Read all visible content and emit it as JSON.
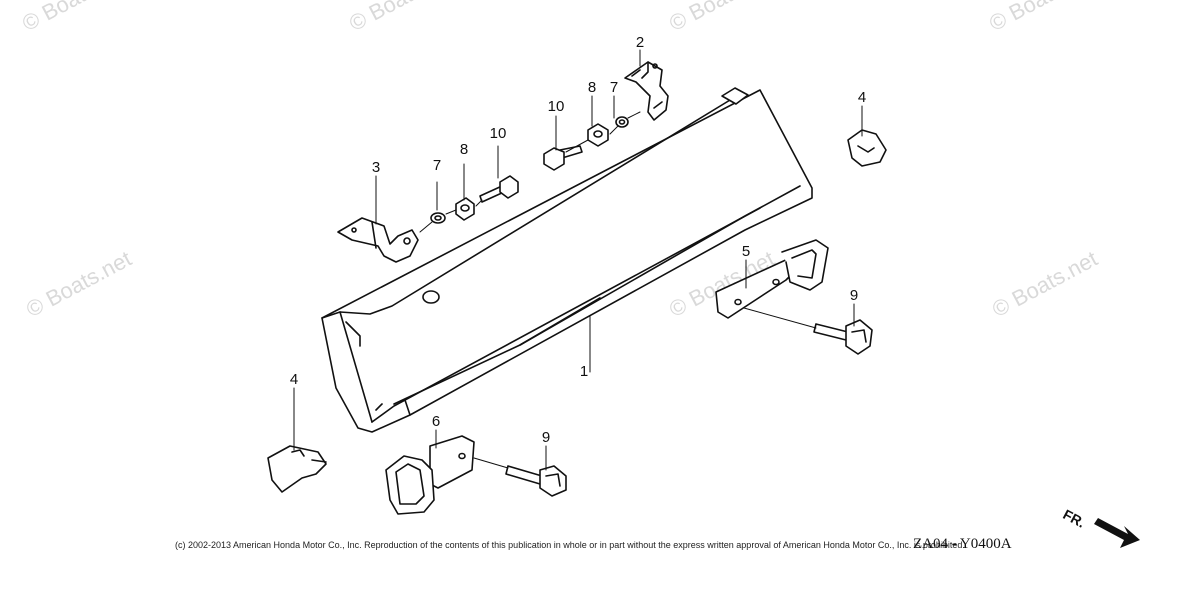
{
  "watermark": "© Boats.net",
  "callouts": [
    "1",
    "2",
    "3",
    "4",
    "4",
    "5",
    "6",
    "7",
    "7",
    "8",
    "8",
    "9",
    "9",
    "10",
    "10"
  ],
  "copyright": "(c) 2002-2013 American Honda Motor Co., Inc. Reproduction of the contents of this publication in whole or in part without the express written approval of American Honda Motor Co., Inc. is prohibited.",
  "diagram_code": "ZA04 - Y0400A",
  "direction_label": "FR."
}
